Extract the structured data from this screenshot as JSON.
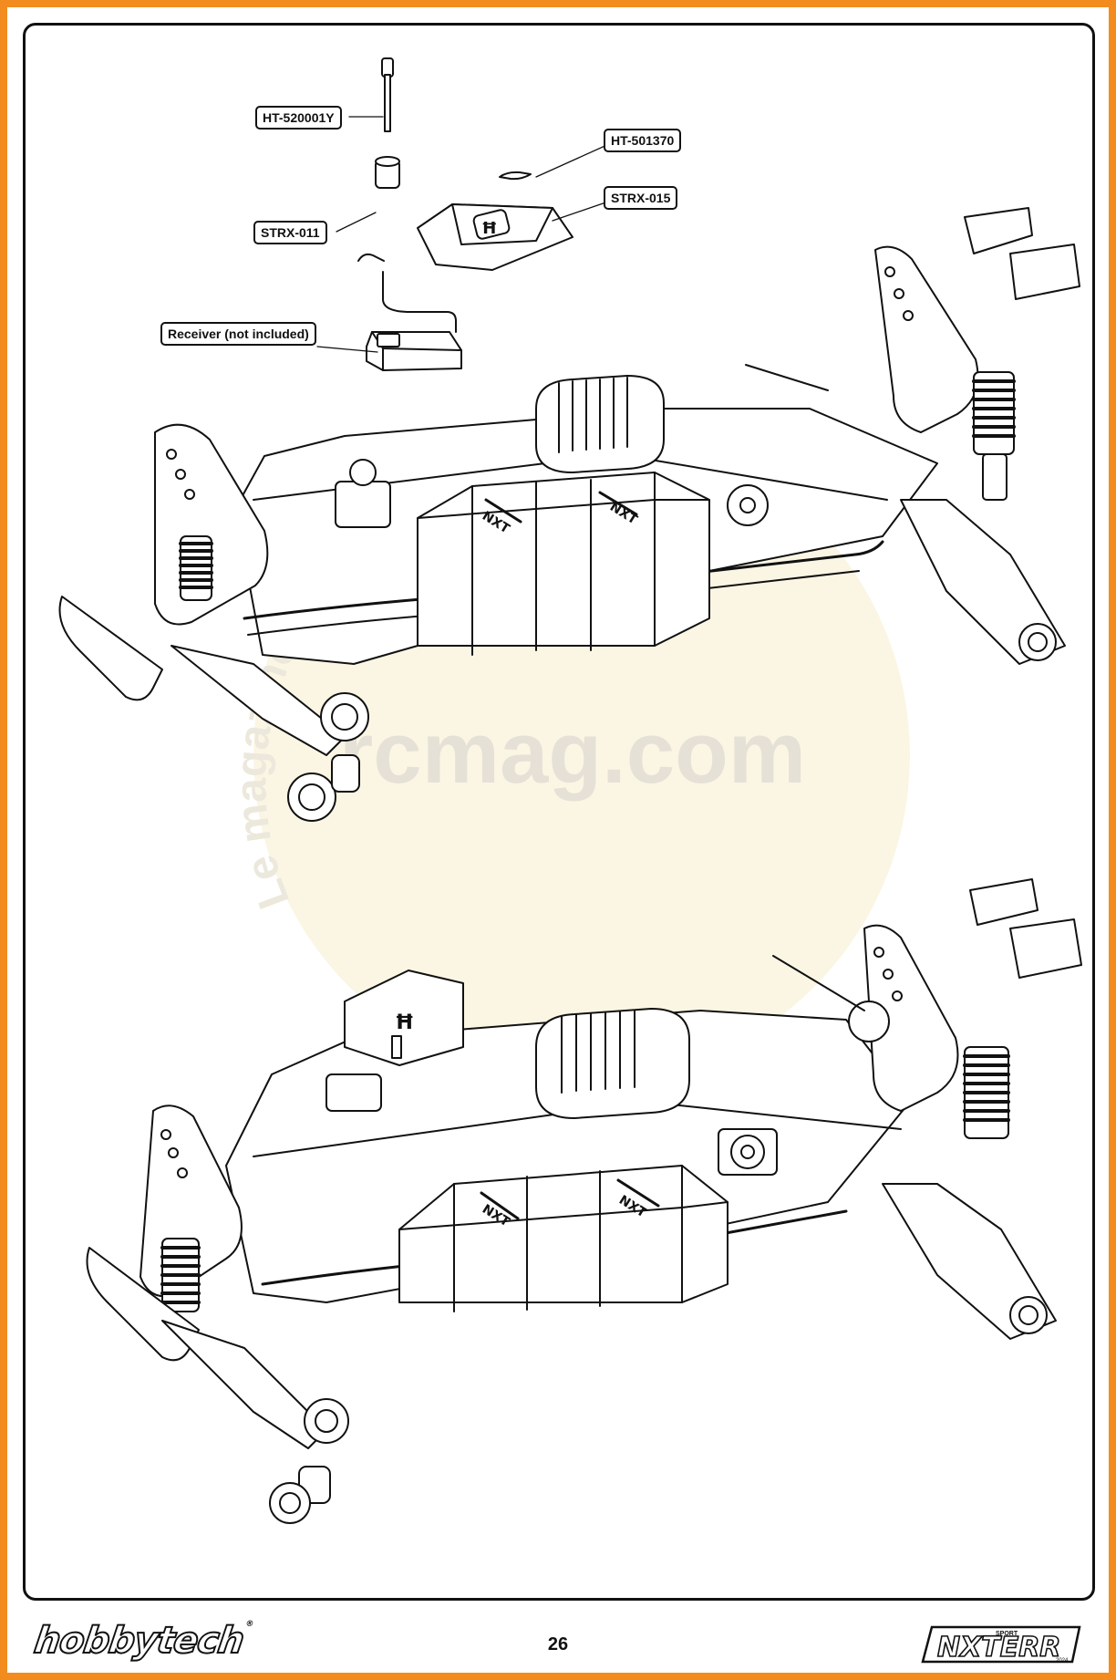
{
  "callouts": {
    "pin": "HT-520001Y",
    "clip": "HT-501370",
    "cap": "STRX-015",
    "grommet": "STRX-011",
    "receiver": "Receiver (not included)"
  },
  "watermark": {
    "domain": "rcmag.com",
    "tagline": "Le magazine du modélisme"
  },
  "vehicle_labels": {
    "battery_logo": "NXT"
  },
  "footer": {
    "page_number": "26",
    "brand": "hobbytech",
    "product_main": "NXTERR",
    "product_small": "SPORT",
    "product_year": "2024"
  },
  "colors": {
    "border": "#f28c1e",
    "ink": "#111111",
    "watermark": "#ece6d2"
  }
}
